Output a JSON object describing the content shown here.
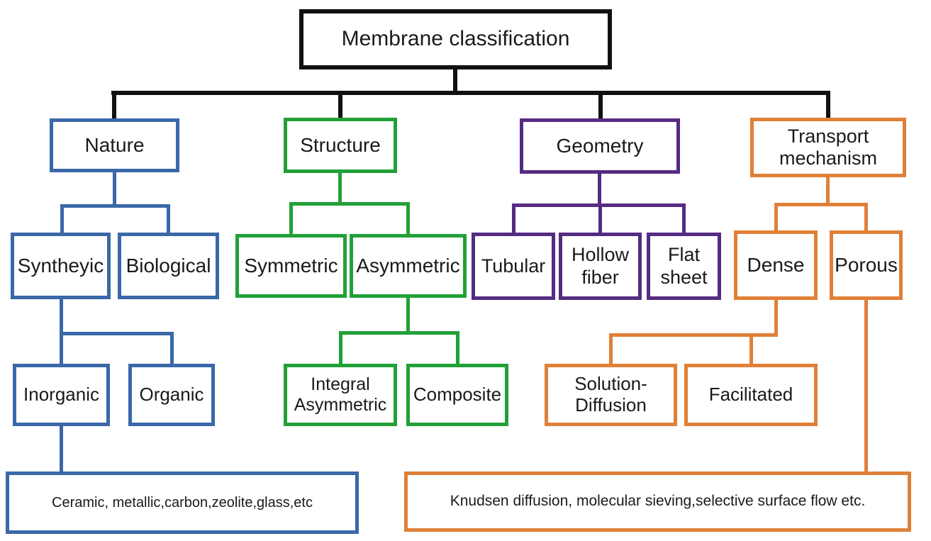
{
  "diagram": {
    "title": "Membrane classification",
    "colors": {
      "black": "#111111",
      "blue": "#3a68a8",
      "green": "#22a038",
      "purple": "#552b82",
      "orange": "#e08038"
    },
    "nodes": {
      "root": "Membrane classification",
      "nature": "Nature",
      "syntheyic": "Syntheyic",
      "biological": "Biological",
      "inorganic": "Inorganic",
      "organic": "Organic",
      "inorganic_examples": "Ceramic, metallic,carbon,zeolite,glass,etc",
      "structure": "Structure",
      "symmetric": "Symmetric",
      "asymmetric": "Asymmetric",
      "integral_asymmetric": "Integral Asymmetric",
      "composite": "Composite",
      "geometry": "Geometry",
      "tubular": "Tubular",
      "hollow_fiber": "Hollow fiber",
      "flat_sheet": "Flat sheet",
      "transport": "Transport mechanism",
      "dense": "Dense",
      "porous": "Porous",
      "solution_diffusion": "Solution- Diffusion",
      "facilitated": "Facilitated",
      "porous_examples": "Knudsen diffusion, molecular sieving,selective surface flow etc."
    },
    "edges": [
      [
        "root",
        "nature"
      ],
      [
        "root",
        "structure"
      ],
      [
        "root",
        "geometry"
      ],
      [
        "root",
        "transport"
      ],
      [
        "nature",
        "syntheyic"
      ],
      [
        "nature",
        "biological"
      ],
      [
        "syntheyic",
        "inorganic"
      ],
      [
        "syntheyic",
        "organic"
      ],
      [
        "inorganic",
        "inorganic_examples"
      ],
      [
        "structure",
        "symmetric"
      ],
      [
        "structure",
        "asymmetric"
      ],
      [
        "asymmetric",
        "integral_asymmetric"
      ],
      [
        "asymmetric",
        "composite"
      ],
      [
        "geometry",
        "tubular"
      ],
      [
        "geometry",
        "hollow_fiber"
      ],
      [
        "geometry",
        "flat_sheet"
      ],
      [
        "transport",
        "dense"
      ],
      [
        "transport",
        "porous"
      ],
      [
        "dense",
        "solution_diffusion"
      ],
      [
        "dense",
        "facilitated"
      ],
      [
        "porous",
        "porous_examples"
      ]
    ]
  }
}
